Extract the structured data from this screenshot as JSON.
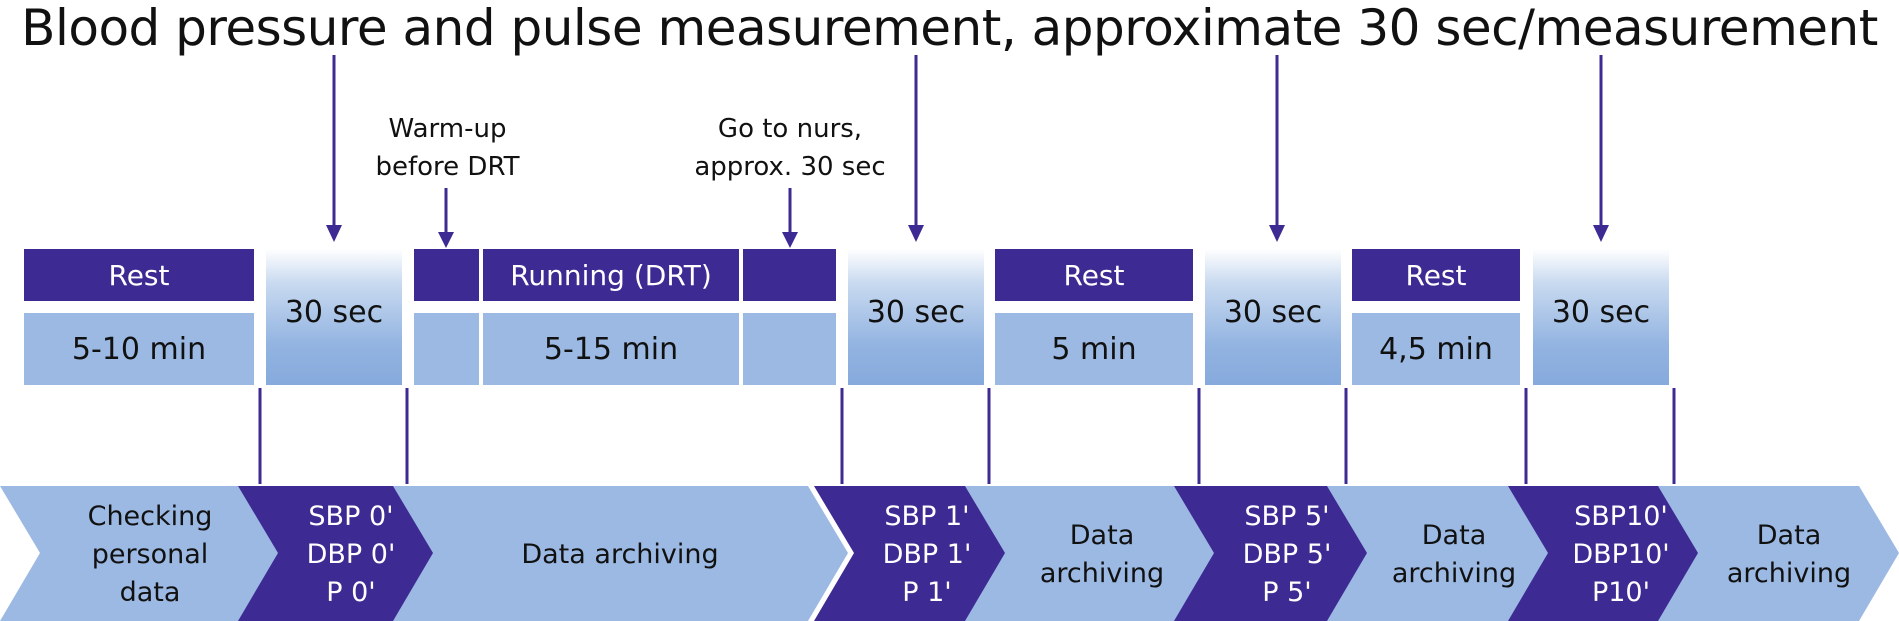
{
  "title": "Blood pressure and pulse measurement, approximate 30 sec/measurement",
  "notes": {
    "warmup": [
      "Warm-up",
      "before DRT"
    ],
    "nurs": [
      "Go to nurs,",
      "approx. 30 sec"
    ]
  },
  "segments": {
    "rest1_label": "Rest",
    "rest1_duration": "5-10 min",
    "meas1": "30 sec",
    "running_label": "Running (DRT)",
    "running_duration": "5-15 min",
    "meas2": "30 sec",
    "rest2_label": "Rest",
    "rest2_duration": "5 min",
    "meas3": "30 sec",
    "rest3_label": "Rest",
    "rest3_duration": "4,5 min",
    "meas4": "30 sec"
  },
  "chevrons": {
    "c1": [
      "Checking",
      "personal",
      "data"
    ],
    "c2": [
      "SBP 0'",
      "DBP 0'",
      "P 0'"
    ],
    "c3": [
      "Data archiving"
    ],
    "c4": [
      "SBP 1'",
      "DBP 1'",
      "P 1'"
    ],
    "c5": [
      "Data",
      "archiving"
    ],
    "c6": [
      "SBP 5'",
      "DBP 5'",
      "P 5'"
    ],
    "c7": [
      "Data",
      "archiving"
    ],
    "c8": [
      "SBP10'",
      "DBP10'",
      "P10'"
    ],
    "c9": [
      "Data",
      "archiving"
    ]
  },
  "colors": {
    "dark": "#3d2a92",
    "light": "#9bb9e3",
    "mid": "#86aadd"
  }
}
